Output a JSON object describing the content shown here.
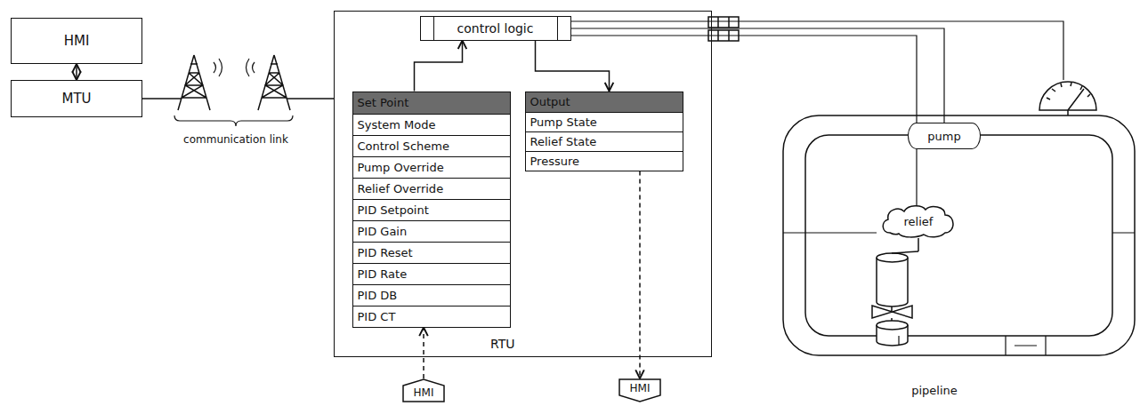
{
  "diagram": {
    "nodes": [
      {
        "text": [
          "HMI"
        ]
      },
      {
        "text": [
          "MTU"
        ]
      },
      {
        "text": [
          "RTU"
        ]
      },
      {
        "text": [
          "control logic"
        ],
        "in": 2
      },
      {
        "text": [
          "Set Point",
          "System Mode",
          "Control Scheme",
          "Pump Override",
          "Relief Override",
          "PID Setpoint",
          "PID Gain",
          "PID Reset",
          "PID Rate",
          "PID DB",
          "PID CT"
        ],
        "in": 2
      },
      {
        "text": [
          "Output",
          "Pump State",
          "Relief State",
          "Pressure"
        ],
        "in": 2
      },
      {
        "text": [
          "HMI"
        ]
      },
      {
        "text": [
          "HMI"
        ]
      },
      {
        "text": [
          "pump"
        ]
      },
      {
        "text": [
          "relief"
        ]
      }
    ],
    "edges": [
      {
        "from": 0,
        "to": 1,
        "arrow": "both"
      },
      {
        "from": 1,
        "to": 2,
        "arrow": "none"
      },
      {
        "from": 4,
        "to": 3,
        "arrow": "to"
      },
      {
        "from": 3,
        "to": 5,
        "arrow": "to"
      },
      {
        "from": 6,
        "to": 4,
        "arrow": "to"
      },
      {
        "from": 5,
        "to": 7,
        "arrow": "to"
      },
      {
        "from": 3,
        "to": 8,
        "arrow": "none"
      },
      {
        "from": 3,
        "to": 9,
        "arrow": "none"
      }
    ],
    "labels": [
      "communication link",
      "pipeline"
    ]
  }
}
